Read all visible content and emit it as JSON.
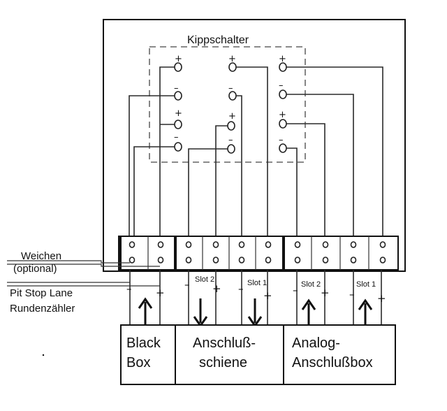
{
  "switch_block": {
    "title": "Kippschalter",
    "columns": [
      {
        "signs": [
          "+",
          "–",
          "+",
          "–"
        ]
      },
      {
        "signs": [
          "+",
          "–",
          "+",
          "–"
        ]
      },
      {
        "signs": [
          "+",
          "–",
          "+",
          "–"
        ]
      }
    ]
  },
  "left_labels": {
    "weichen": "Weichen",
    "optional": "(optional)",
    "pitstop": "Pit Stop Lane",
    "rundenzaehler": "Rundenzähler"
  },
  "terminal_labels": {
    "slot2_a": "Slot 2",
    "slot1_a": "Slot 1",
    "slot2_b": "Slot 2",
    "slot1_b": "Slot 1"
  },
  "polarity": {
    "minus": "–",
    "plus": "+"
  },
  "boxes": {
    "black_box": [
      "Black",
      "Box"
    ],
    "anschluss": [
      "Anschluß-",
      "schiene"
    ],
    "analog": [
      "Analog-",
      "Anschlußbox"
    ]
  }
}
